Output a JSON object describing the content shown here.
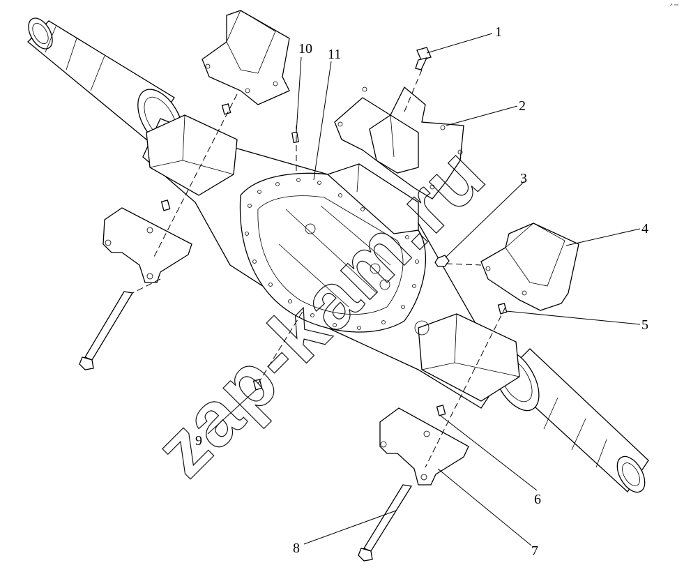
{
  "diagram": {
    "callouts": [
      "1",
      "2",
      "3",
      "4",
      "5",
      "6",
      "7",
      "8",
      "9",
      "10",
      "11"
    ],
    "watermark": "zap-kam.ru",
    "corner_mark": "↗ ≈≈",
    "colors": {
      "line": "#000000",
      "background": "#ffffff"
    }
  }
}
